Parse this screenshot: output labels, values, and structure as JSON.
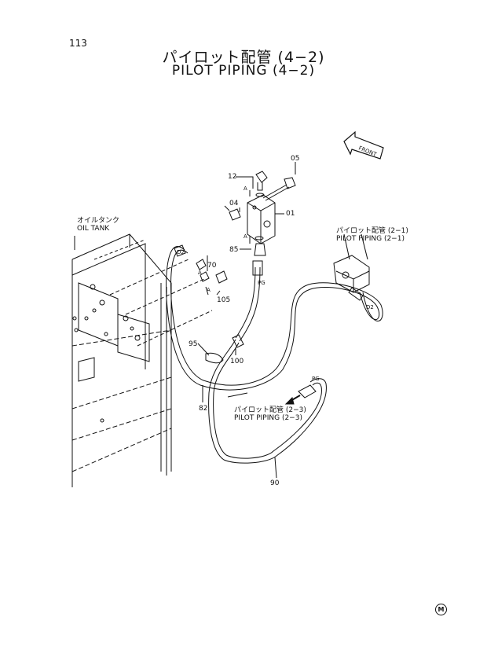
{
  "page_number": "113",
  "title_jp": "パイロット配管 (4−2)",
  "title_en": "PILOT PIPING (4−2)",
  "front_label": "FRONT",
  "oil_tank": {
    "jp": "オイルタンク",
    "en": "OIL TANK"
  },
  "ref_2_1": {
    "jp": "パイロット配管 (2−1)",
    "en": "PILOT PIPING (2−1)"
  },
  "ref_2_3": {
    "jp": "パイロット配管 (2−3)",
    "en": "PILOT PIPING (2−3)"
  },
  "part_numbers": {
    "p01": "01",
    "p04": "04",
    "p05": "05",
    "p12": "12",
    "p70": "70",
    "p82": "82",
    "p85": "85",
    "p90": "90",
    "p95": "95",
    "p100": "100",
    "p105": "105"
  },
  "labels": {
    "a_top": "A",
    "a_mid": "A",
    "a_left1": "A",
    "a_left2": "A",
    "d2_left": "D2",
    "d2_right": "D2",
    "pg_upper": "PG",
    "pg_lower": "PG"
  },
  "corner_mark": "M"
}
